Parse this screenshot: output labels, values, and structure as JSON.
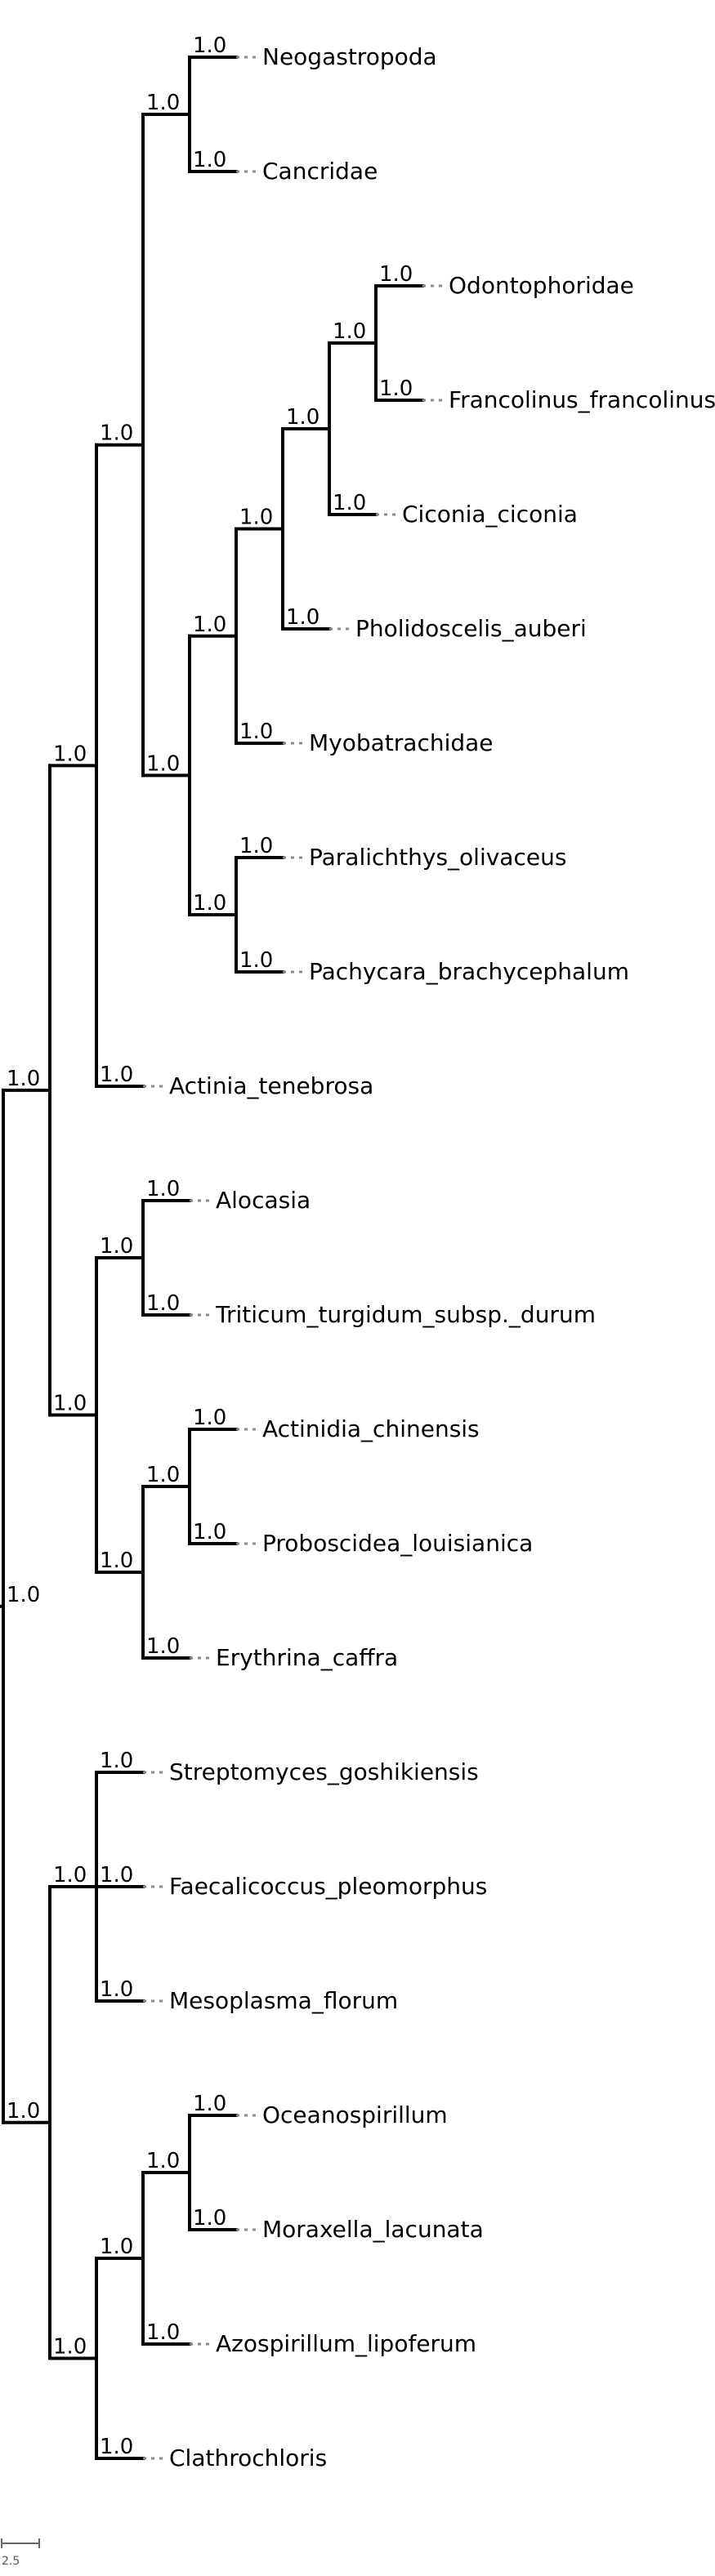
{
  "tree": {
    "support": "1.0",
    "children": [
      {
        "support": "1.0",
        "children": [
          {
            "support": "1.0",
            "children": [
              {
                "support": "1.0",
                "children": [
                  {
                    "support": "1.0",
                    "children": [
                      {
                        "name": "Neogastropoda",
                        "support": "1.0"
                      },
                      {
                        "name": "Cancridae",
                        "support": "1.0"
                      }
                    ]
                  },
                  {
                    "support": "1.0",
                    "children": [
                      {
                        "support": "1.0",
                        "children": [
                          {
                            "support": "1.0",
                            "children": [
                              {
                                "support": "1.0",
                                "children": [
                                  {
                                    "support": "1.0",
                                    "children": [
                                      {
                                        "name": "Odontophoridae",
                                        "support": "1.0"
                                      },
                                      {
                                        "name": "Francolinus_francolinus",
                                        "support": "1.0"
                                      }
                                    ]
                                  },
                                  {
                                    "name": "Ciconia_ciconia",
                                    "support": "1.0"
                                  }
                                ]
                              },
                              {
                                "name": "Pholidoscelis_auberi",
                                "support": "1.0"
                              }
                            ]
                          },
                          {
                            "name": "Myobatrachidae",
                            "support": "1.0"
                          }
                        ]
                      },
                      {
                        "support": "1.0",
                        "children": [
                          {
                            "name": "Paralichthys_olivaceus",
                            "support": "1.0"
                          },
                          {
                            "name": "Pachycara_brachycephalum",
                            "support": "1.0"
                          }
                        ]
                      }
                    ]
                  }
                ]
              },
              {
                "name": "Actinia_tenebrosa",
                "support": "1.0"
              }
            ]
          },
          {
            "support": "1.0",
            "children": [
              {
                "support": "1.0",
                "children": [
                  {
                    "name": "Alocasia",
                    "support": "1.0"
                  },
                  {
                    "name": "Triticum_turgidum_subsp._durum",
                    "support": "1.0"
                  }
                ]
              },
              {
                "support": "1.0",
                "children": [
                  {
                    "support": "1.0",
                    "children": [
                      {
                        "name": "Actinidia_chinensis",
                        "support": "1.0"
                      },
                      {
                        "name": "Proboscidea_louisianica",
                        "support": "1.0"
                      }
                    ]
                  },
                  {
                    "name": "Erythrina_caffra",
                    "support": "1.0"
                  }
                ]
              }
            ]
          }
        ]
      },
      {
        "support": "1.0",
        "children": [
          {
            "support": "1.0",
            "children": [
              {
                "name": "Streptomyces_goshikiensis",
                "support": "1.0"
              },
              {
                "name": "Faecalicoccus_pleomorphus",
                "support": "1.0"
              },
              {
                "name": "Mesoplasma_florum",
                "support": "1.0"
              }
            ]
          },
          {
            "support": "1.0",
            "children": [
              {
                "support": "1.0",
                "children": [
                  {
                    "support": "1.0",
                    "children": [
                      {
                        "name": "Oceanospirillum",
                        "support": "1.0"
                      },
                      {
                        "name": "Moraxella_lacunata",
                        "support": "1.0"
                      }
                    ]
                  },
                  {
                    "name": "Azospirillum_lipoferum",
                    "support": "1.0"
                  }
                ]
              },
              {
                "name": "Clathrochloris",
                "support": "1.0"
              }
            ]
          }
        ]
      }
    ]
  },
  "scale_bar": {
    "label": "2.5"
  }
}
